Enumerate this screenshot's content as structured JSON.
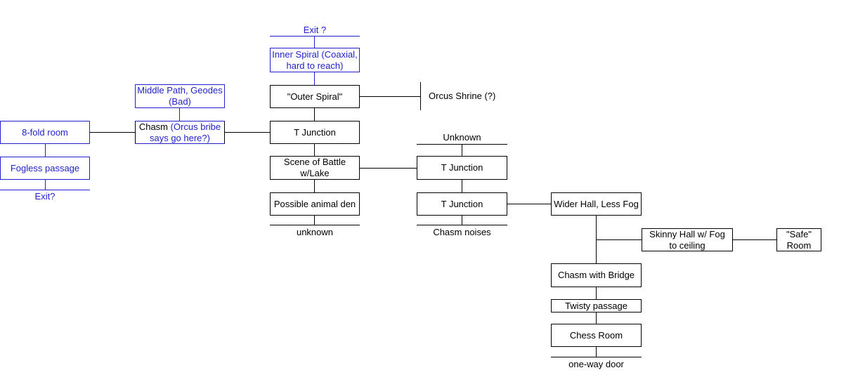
{
  "diagram": {
    "colors": {
      "blue": "#2222CC",
      "black": "#000000",
      "background": "#FFFFFF"
    },
    "nodes": {
      "exit_top": {
        "label": "Exit ?"
      },
      "inner_spiral": {
        "label": "Inner Spiral (Coaxial,\nhard to reach)"
      },
      "outer_spiral": {
        "label": "\"Outer Spiral\""
      },
      "orcus_shrine": {
        "label": "Orcus Shrine (?)"
      },
      "middle_path": {
        "label": "Middle Path, Geodes\n(Bad)"
      },
      "chasm": {
        "label_prefix": "Chasm ",
        "label_suffix": "(Orcus bribe\nsays go here?)"
      },
      "eight_fold": {
        "label": "8-fold room"
      },
      "fogless_passage": {
        "label": "Fogless passage"
      },
      "exit_left": {
        "label": "Exit?"
      },
      "t_junction_center": {
        "label": "T Junction"
      },
      "scene_battle": {
        "label": "Scene of Battle\nw/Lake"
      },
      "possible_den": {
        "label": "Possible animal den"
      },
      "unknown_bottom": {
        "label": "unknown"
      },
      "unknown_top": {
        "label": "Unknown"
      },
      "t_junction_r1": {
        "label": "T Junction"
      },
      "t_junction_r2": {
        "label": "T Junction"
      },
      "chasm_noises": {
        "label": "Chasm noises"
      },
      "wider_hall": {
        "label": "Wider Hall, Less Fog"
      },
      "skinny_hall": {
        "label": "Skinny Hall w/ Fog\nto ceiling"
      },
      "safe_room": {
        "label": "\"Safe\"\nRoom"
      },
      "chasm_bridge": {
        "label": "Chasm with Bridge"
      },
      "twisty_passage": {
        "label": "Twisty passage"
      },
      "chess_room": {
        "label": "Chess Room"
      },
      "one_way_door": {
        "label": "one-way door"
      }
    },
    "edges": [
      [
        "exit_top",
        "inner_spiral"
      ],
      [
        "inner_spiral",
        "outer_spiral"
      ],
      [
        "outer_spiral",
        "orcus_shrine"
      ],
      [
        "outer_spiral",
        "t_junction_center"
      ],
      [
        "middle_path",
        "chasm"
      ],
      [
        "eight_fold",
        "chasm"
      ],
      [
        "chasm",
        "t_junction_center"
      ],
      [
        "eight_fold",
        "fogless_passage"
      ],
      [
        "fogless_passage",
        "exit_left"
      ],
      [
        "t_junction_center",
        "scene_battle"
      ],
      [
        "scene_battle",
        "t_junction_r1"
      ],
      [
        "scene_battle",
        "possible_den"
      ],
      [
        "possible_den",
        "unknown_bottom"
      ],
      [
        "unknown_top",
        "t_junction_r1"
      ],
      [
        "t_junction_r1",
        "t_junction_r2"
      ],
      [
        "t_junction_r2",
        "chasm_noises"
      ],
      [
        "t_junction_r2",
        "wider_hall"
      ],
      [
        "wider_hall",
        "skinny_hall"
      ],
      [
        "skinny_hall",
        "safe_room"
      ],
      [
        "wider_hall",
        "chasm_bridge"
      ],
      [
        "chasm_bridge",
        "twisty_passage"
      ],
      [
        "twisty_passage",
        "chess_room"
      ],
      [
        "chess_room",
        "one_way_door"
      ]
    ]
  }
}
